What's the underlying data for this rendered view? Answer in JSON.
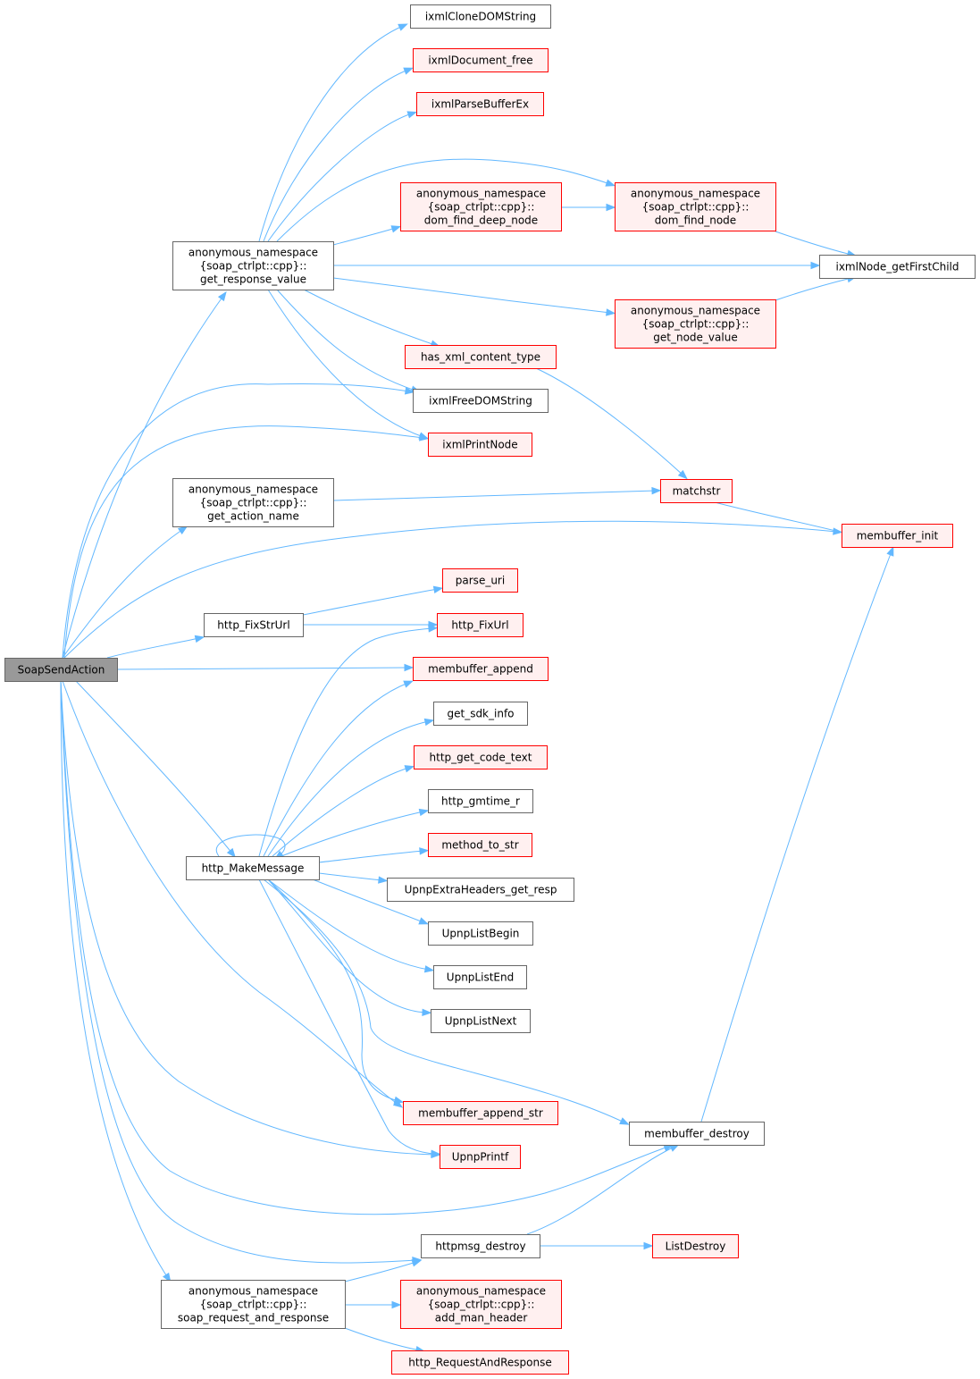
{
  "colors": {
    "edge": "#63b8ff",
    "root_fill": "#999999",
    "root_border": "#666666",
    "normal_fill": "#ffffff",
    "normal_border": "#666666",
    "red_fill": "#fff0f0",
    "red_border": "#ff0000"
  },
  "nodes": [
    {
      "id": "soap",
      "lines": [
        "SoapSendAction"
      ],
      "style": "root"
    },
    {
      "id": "grv",
      "lines": [
        "anonymous_namespace",
        "{soap_ctrlpt::cpp}::",
        "get_response_value"
      ],
      "style": "normal"
    },
    {
      "id": "gan",
      "lines": [
        "anonymous_namespace",
        "{soap_ctrlpt::cpp}::",
        "get_action_name"
      ],
      "style": "normal"
    },
    {
      "id": "fixstr",
      "lines": [
        "http_FixStrUrl"
      ],
      "style": "normal"
    },
    {
      "id": "make",
      "lines": [
        "http_MakeMessage"
      ],
      "style": "normal"
    },
    {
      "id": "srr",
      "lines": [
        "anonymous_namespace",
        "{soap_ctrlpt::cpp}::",
        "soap_request_and_response"
      ],
      "style": "normal"
    },
    {
      "id": "clone",
      "lines": [
        "ixmlCloneDOMString"
      ],
      "style": "normal"
    },
    {
      "id": "docfree",
      "lines": [
        "ixmlDocument_free"
      ],
      "style": "red"
    },
    {
      "id": "parse",
      "lines": [
        "ixmlParseBufferEx"
      ],
      "style": "red"
    },
    {
      "id": "fdeep",
      "lines": [
        "anonymous_namespace",
        "{soap_ctrlpt::cpp}::",
        "dom_find_deep_node"
      ],
      "style": "red"
    },
    {
      "id": "fnode",
      "lines": [
        "anonymous_namespace",
        "{soap_ctrlpt::cpp}::",
        "dom_find_node"
      ],
      "style": "red"
    },
    {
      "id": "first",
      "lines": [
        "ixmlNode_getFirstChild"
      ],
      "style": "normal"
    },
    {
      "id": "gnv",
      "lines": [
        "anonymous_namespace",
        "{soap_ctrlpt::cpp}::",
        "get_node_value"
      ],
      "style": "red"
    },
    {
      "id": "hasxml",
      "lines": [
        "has_xml_content_type"
      ],
      "style": "red"
    },
    {
      "id": "freedom",
      "lines": [
        "ixmlFreeDOMString"
      ],
      "style": "normal"
    },
    {
      "id": "print",
      "lines": [
        "ixmlPrintNode"
      ],
      "style": "red"
    },
    {
      "id": "match",
      "lines": [
        "matchstr"
      ],
      "style": "red"
    },
    {
      "id": "minit",
      "lines": [
        "membuffer_init"
      ],
      "style": "red"
    },
    {
      "id": "puri",
      "lines": [
        "parse_uri"
      ],
      "style": "red"
    },
    {
      "id": "fixurl",
      "lines": [
        "http_FixUrl"
      ],
      "style": "red"
    },
    {
      "id": "mappend",
      "lines": [
        "membuffer_append"
      ],
      "style": "red"
    },
    {
      "id": "sdk",
      "lines": [
        "get_sdk_info"
      ],
      "style": "normal"
    },
    {
      "id": "code",
      "lines": [
        "http_get_code_text"
      ],
      "style": "red"
    },
    {
      "id": "gmt",
      "lines": [
        "http_gmtime_r"
      ],
      "style": "normal"
    },
    {
      "id": "m2s",
      "lines": [
        "method_to_str"
      ],
      "style": "red"
    },
    {
      "id": "extra",
      "lines": [
        "UpnpExtraHeaders_get_resp"
      ],
      "style": "normal"
    },
    {
      "id": "lbegin",
      "lines": [
        "UpnpListBegin"
      ],
      "style": "normal"
    },
    {
      "id": "lend",
      "lines": [
        "UpnpListEnd"
      ],
      "style": "normal"
    },
    {
      "id": "lnext",
      "lines": [
        "UpnpListNext"
      ],
      "style": "normal"
    },
    {
      "id": "mastr",
      "lines": [
        "membuffer_append_str"
      ],
      "style": "red"
    },
    {
      "id": "mdestroy",
      "lines": [
        "membuffer_destroy"
      ],
      "style": "normal"
    },
    {
      "id": "printf",
      "lines": [
        "UpnpPrintf"
      ],
      "style": "red"
    },
    {
      "id": "hdestroy",
      "lines": [
        "httpmsg_destroy"
      ],
      "style": "normal"
    },
    {
      "id": "ldestroy",
      "lines": [
        "ListDestroy"
      ],
      "style": "red"
    },
    {
      "id": "addman",
      "lines": [
        "anonymous_namespace",
        "{soap_ctrlpt::cpp}::",
        "add_man_header"
      ],
      "style": "red"
    },
    {
      "id": "hrr",
      "lines": [
        "http_RequestAndResponse"
      ],
      "style": "red"
    }
  ],
  "edges": [
    [
      "soap",
      "grv"
    ],
    [
      "soap",
      "gan"
    ],
    [
      "soap",
      "fixstr"
    ],
    [
      "soap",
      "make"
    ],
    [
      "soap",
      "srr"
    ],
    [
      "soap",
      "freedom"
    ],
    [
      "soap",
      "print"
    ],
    [
      "soap",
      "minit"
    ],
    [
      "soap",
      "mappend"
    ],
    [
      "soap",
      "mastr"
    ],
    [
      "soap",
      "printf"
    ],
    [
      "soap",
      "mdestroy"
    ],
    [
      "soap",
      "hdestroy"
    ],
    [
      "grv",
      "clone"
    ],
    [
      "grv",
      "docfree"
    ],
    [
      "grv",
      "parse"
    ],
    [
      "grv",
      "fdeep"
    ],
    [
      "grv",
      "fnode"
    ],
    [
      "grv",
      "first"
    ],
    [
      "grv",
      "gnv"
    ],
    [
      "grv",
      "hasxml"
    ],
    [
      "grv",
      "freedom"
    ],
    [
      "grv",
      "print"
    ],
    [
      "fdeep",
      "fnode"
    ],
    [
      "fnode",
      "first"
    ],
    [
      "gnv",
      "first"
    ],
    [
      "hasxml",
      "match"
    ],
    [
      "match",
      "minit"
    ],
    [
      "gan",
      "match"
    ],
    [
      "fixstr",
      "puri"
    ],
    [
      "fixstr",
      "fixurl"
    ],
    [
      "make",
      "make"
    ],
    [
      "make",
      "fixurl"
    ],
    [
      "make",
      "mappend"
    ],
    [
      "make",
      "sdk"
    ],
    [
      "make",
      "code"
    ],
    [
      "make",
      "gmt"
    ],
    [
      "make",
      "m2s"
    ],
    [
      "make",
      "extra"
    ],
    [
      "make",
      "lbegin"
    ],
    [
      "make",
      "lend"
    ],
    [
      "make",
      "lnext"
    ],
    [
      "make",
      "mastr"
    ],
    [
      "make",
      "mdestroy"
    ],
    [
      "make",
      "printf"
    ],
    [
      "mdestroy",
      "minit"
    ],
    [
      "hdestroy",
      "mdestroy"
    ],
    [
      "hdestroy",
      "ldestroy"
    ],
    [
      "srr",
      "hdestroy"
    ],
    [
      "srr",
      "addman"
    ],
    [
      "srr",
      "hrr"
    ]
  ]
}
